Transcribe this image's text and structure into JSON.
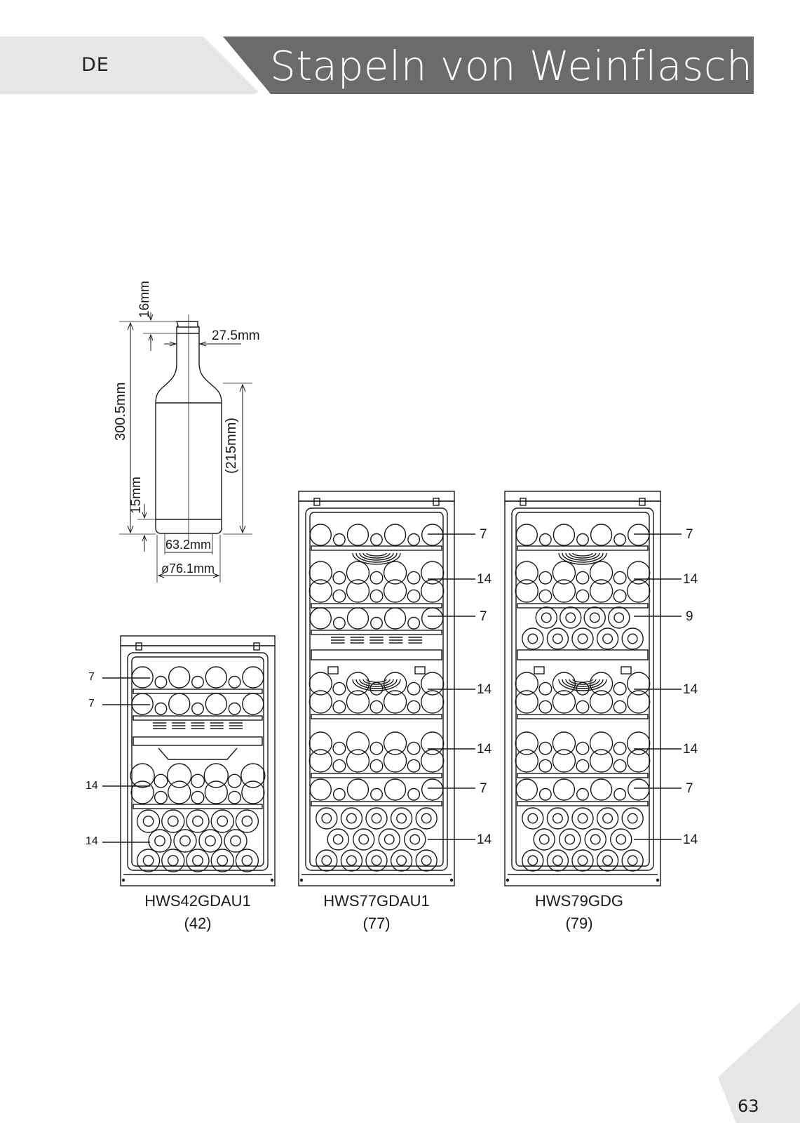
{
  "header": {
    "language": "DE",
    "title": "Stapeln von Weinflaschen"
  },
  "bottle": {
    "dims": {
      "neck_top": "16mm",
      "neck_diameter": "27.5mm",
      "total_height": "300.5mm",
      "body_height": "(215mm)",
      "base_height": "15mm",
      "base_inner": "63.2mm",
      "body_diameter": "ø76.1mm"
    }
  },
  "cabinets": [
    {
      "model": "HWS42GDAU1",
      "capacity": "(42)",
      "counts": [
        "7",
        "7",
        "14",
        "14"
      ]
    },
    {
      "model": "HWS77GDAU1",
      "capacity": "(77)",
      "counts": [
        "7",
        "14",
        "7",
        "14",
        "14",
        "7",
        "14"
      ]
    },
    {
      "model": "HWS79GDG",
      "capacity": "(79)",
      "counts": [
        "7",
        "14",
        "9",
        "14",
        "14",
        "7",
        "14"
      ]
    }
  ],
  "footer": {
    "page_number": "63"
  },
  "colors": {
    "header_dark": "#6a6b6d",
    "header_light": "#e6e6e6",
    "line": "#1a1a1a"
  }
}
